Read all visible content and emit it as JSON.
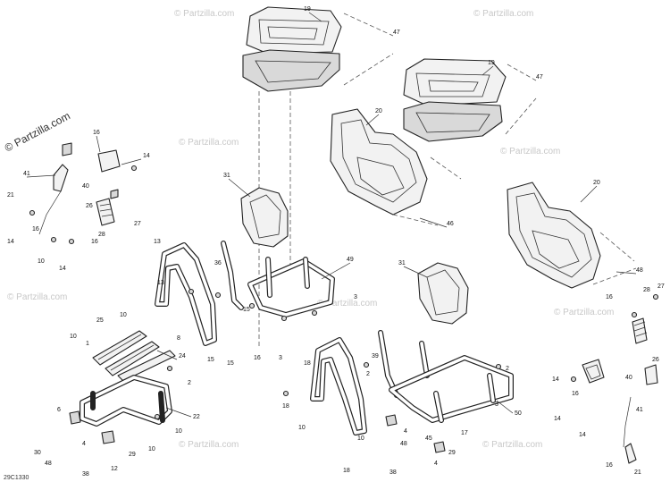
{
  "watermark": {
    "primary": "© Partzilla.com",
    "repeat": "© Partzilla.com"
  },
  "diagram_code": "29C1330",
  "labels": {
    "l19a": "19",
    "l19b": "19",
    "l47a": "47",
    "l47b": "47",
    "l20a": "20",
    "l20b": "20",
    "l46": "46",
    "l48": "48",
    "l31a": "31",
    "l31b": "31",
    "l49": "49",
    "l16a": "16",
    "l14a": "14",
    "l40a": "40",
    "l41": "41",
    "l21": "21",
    "l26": "26",
    "l28a": "28",
    "l27a": "27",
    "l16b": "16",
    "l10a": "10",
    "l14b": "14",
    "l14c": "14",
    "l16c": "16",
    "l13a": "13",
    "l36": "36",
    "l13b": "13",
    "l15a": "15",
    "l8": "8",
    "l15b": "15",
    "l3a": "3",
    "l16d": "16",
    "l3b": "3",
    "l15c": "15",
    "l25": "25",
    "l10b": "10",
    "l10c": "10",
    "l1": "1",
    "l24": "24",
    "l2a": "2",
    "l22": "22",
    "l10d": "10",
    "l6": "6",
    "l30": "30",
    "l48b": "48",
    "l4": "4",
    "l38a": "38",
    "l12": "12",
    "l29a": "29",
    "l10e": "10",
    "l18a": "18",
    "l18b": "18",
    "l39": "39",
    "l2b": "2",
    "l10f": "10",
    "l10g": "10",
    "l4b": "4",
    "l45": "45",
    "l48c": "48",
    "l29b": "29",
    "l38b": "38",
    "l4c": "4",
    "l18c": "18",
    "l3c": "3",
    "l50": "50",
    "l2c": "2",
    "l17": "17",
    "l16e": "16",
    "l28b": "28",
    "l27b": "27",
    "l14d": "14",
    "l40b": "40",
    "l26b": "26",
    "l14e": "14",
    "l16f": "16",
    "l14f": "14",
    "l41b": "41",
    "l16g": "16",
    "l21b": "21"
  }
}
